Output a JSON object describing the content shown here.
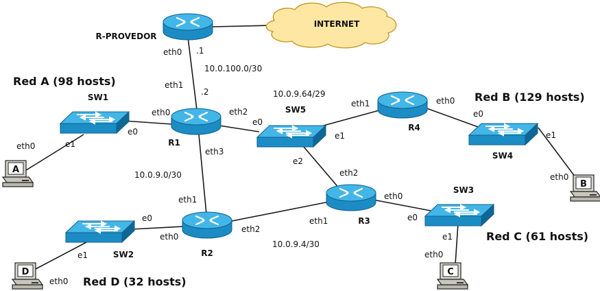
{
  "internet_label": "INTERNET",
  "routers": {
    "r_provedor": "R-PROVEDOR",
    "r1": "R1",
    "r2": "R2",
    "r3": "R3",
    "r4": "R4"
  },
  "switches": {
    "sw1": "SW1",
    "sw2": "SW2",
    "sw3": "SW3",
    "sw4": "SW4",
    "sw5": "SW5"
  },
  "hosts": {
    "a": "A",
    "b": "B",
    "c": "C",
    "d": "D"
  },
  "networks": {
    "red_a": "Red A (98 hosts)",
    "red_b": "Red B (129 hosts)",
    "red_c": "Red C (61 hosts)",
    "red_d": "Red D (32 hosts)"
  },
  "subnets": {
    "provider": "10.0.100.0/30",
    "sw5_net": "10.0.9.64/29",
    "r1_r2": "10.0.9.0/30",
    "r2_r3": "10.0.9.4/30"
  },
  "ifaces": {
    "rprov_eth0": "eth0",
    "rprov_dot1": ".1",
    "r1_dot2": ".2",
    "r1_eth1": "eth1",
    "r1_eth0": "eth0",
    "r1_eth2": "eth2",
    "r1_eth3": "eth3",
    "sw1_e0": "e0",
    "sw1_e1": "e1",
    "hostA_eth0": "eth0",
    "sw5_e0": "e0",
    "sw5_e1": "e1",
    "sw5_e2": "e2",
    "r4_eth1": "eth1",
    "r4_eth0": "eth0",
    "sw4_e0": "e0",
    "sw4_e1": "e1",
    "hostB_eth0": "eth0",
    "r3_eth2": "eth2",
    "r3_eth0": "eth0",
    "r3_eth1": "eth1",
    "sw3_e0": "e0",
    "sw3_e1": "e1",
    "hostC_eth0": "eth0",
    "r2_eth1": "eth1",
    "r2_eth0": "eth0",
    "r2_eth2": "eth2",
    "sw2_e0": "e0",
    "sw2_e1": "e1",
    "hostD_eth0": "eth0"
  },
  "colors": {
    "device_top": "#41b4e6",
    "device_side": "#1c8cc4",
    "device_dark": "#0f6796",
    "cloud": "#fde7a3",
    "cloud_stroke": "#c79a2c"
  }
}
